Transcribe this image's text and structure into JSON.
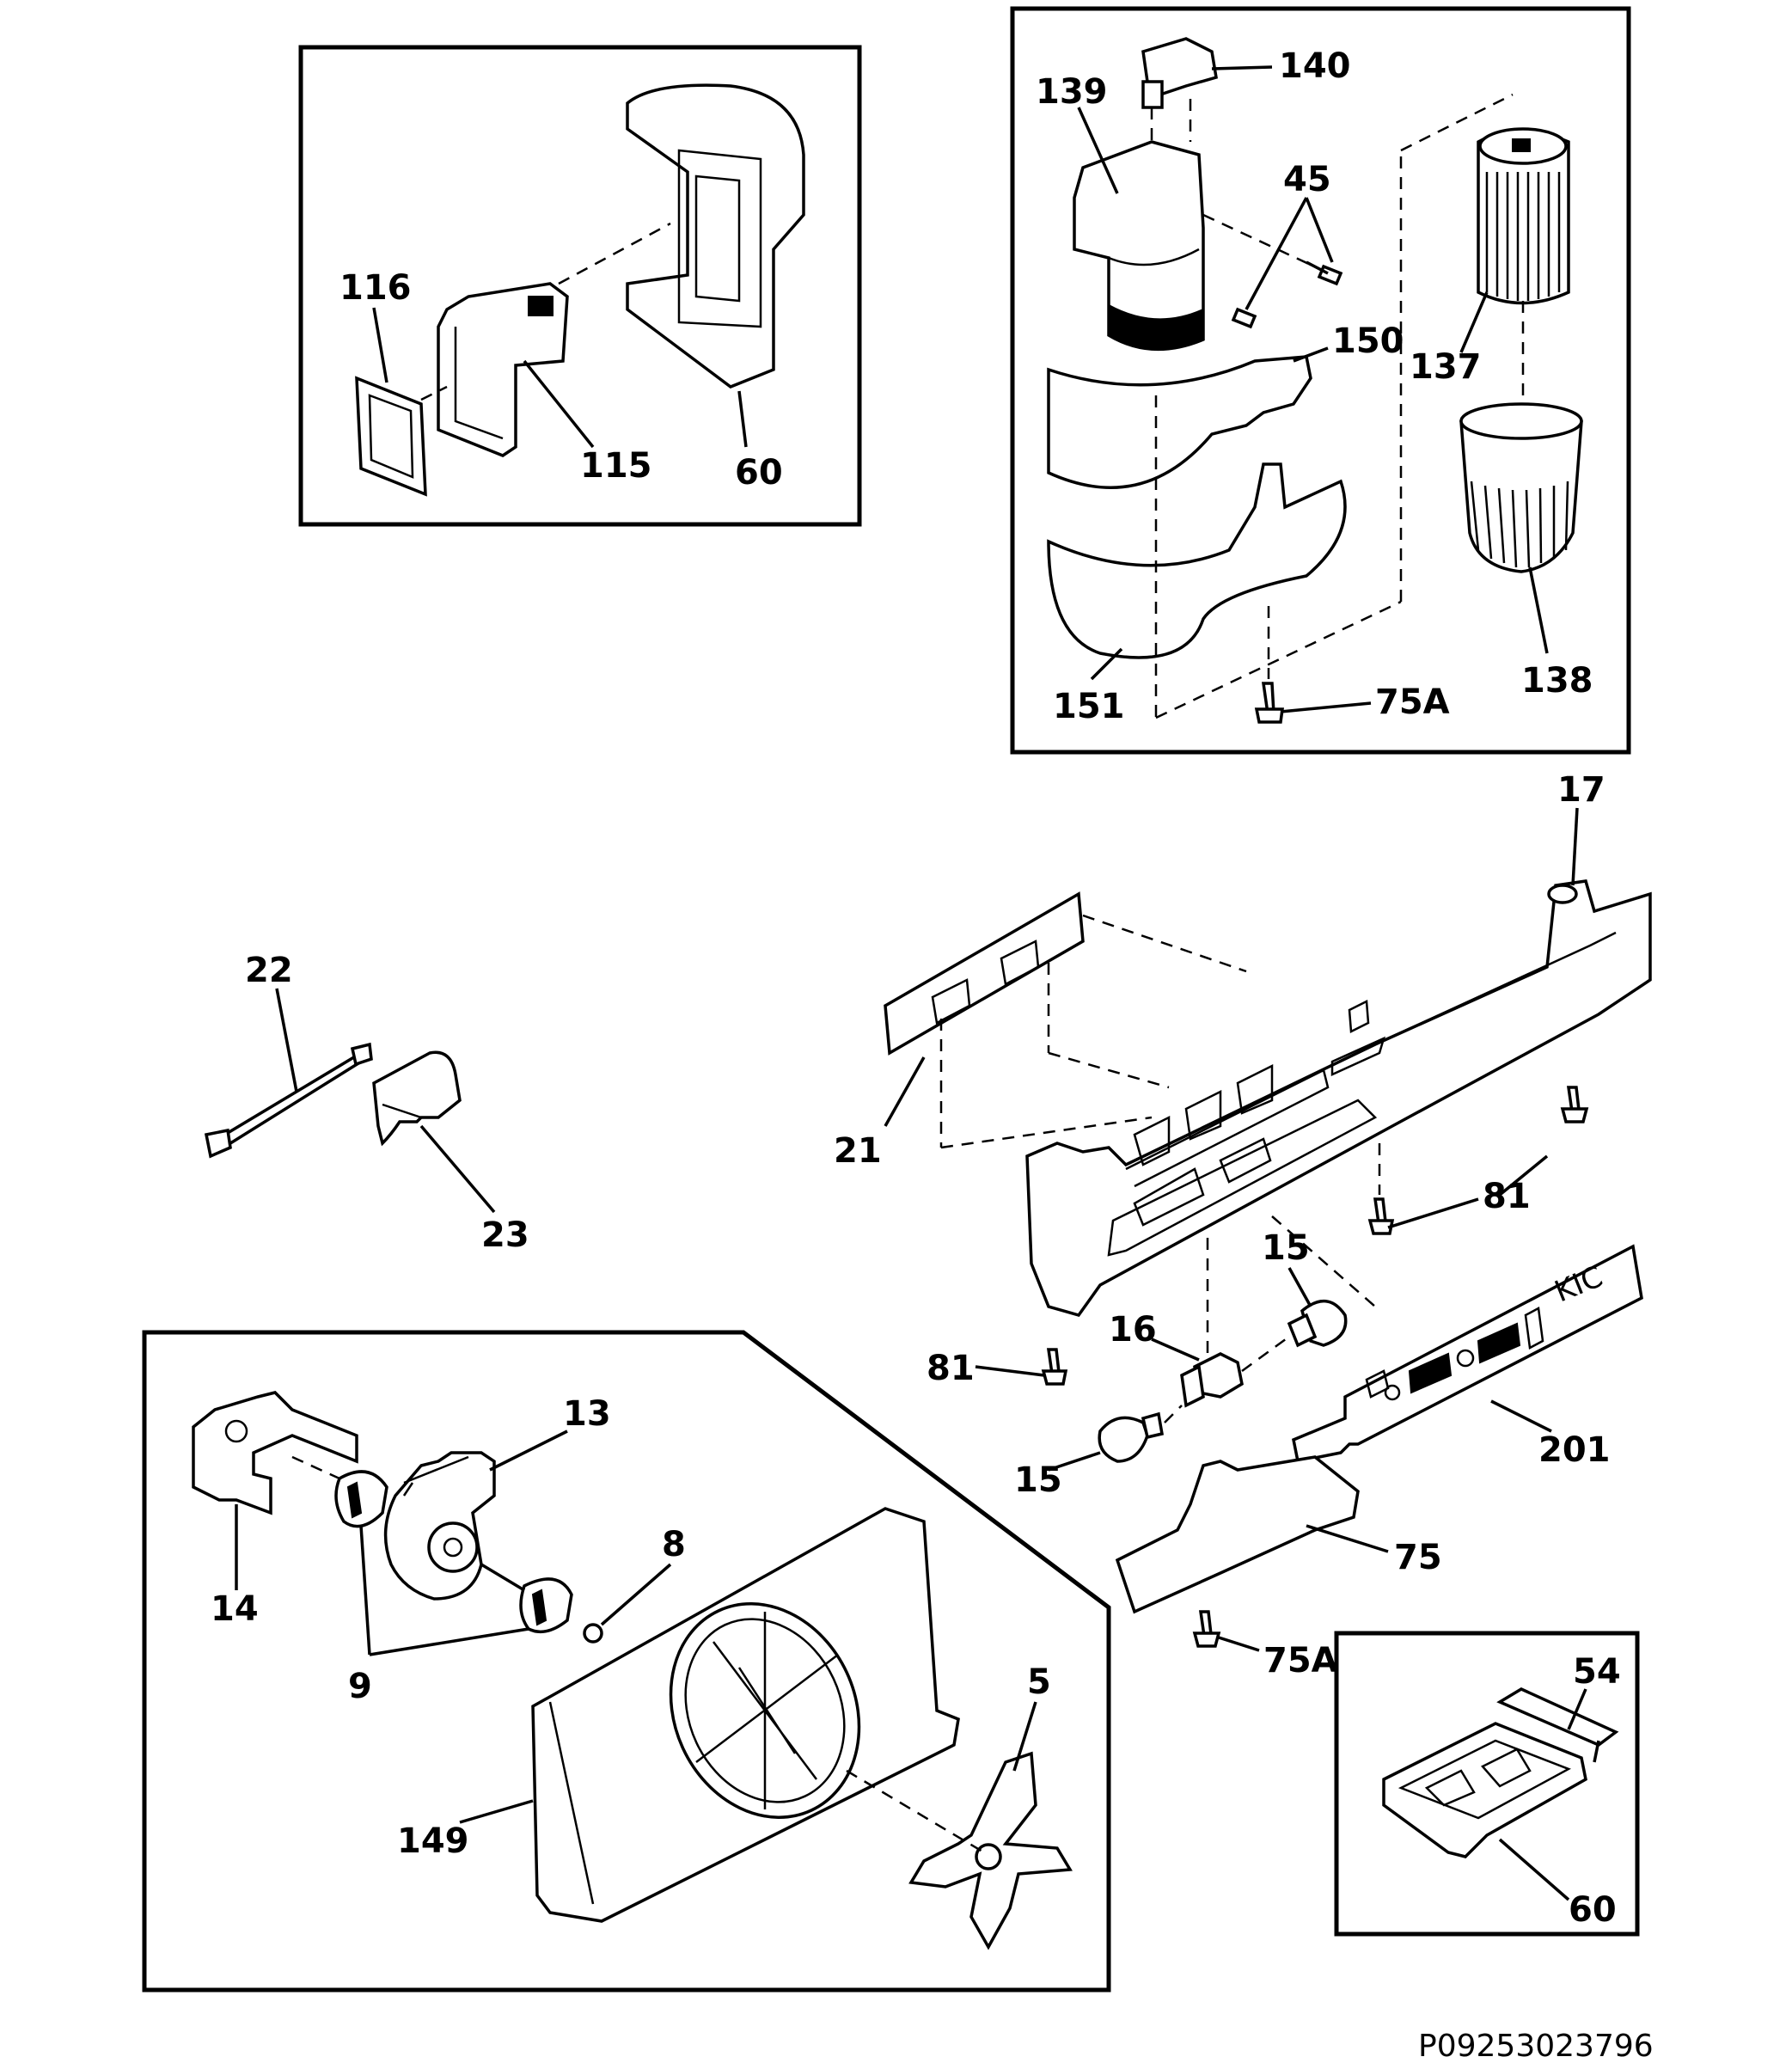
{
  "labels": {
    "l116": "116",
    "l115": "115",
    "l60a": "60",
    "l140": "140",
    "l139": "139",
    "l45": "45",
    "l150": "150",
    "l137": "137",
    "l138": "138",
    "l151": "151",
    "l75a_top": "75A",
    "l17": "17",
    "l21": "21",
    "l81a": "81",
    "l81b": "81",
    "l15a": "15",
    "l16": "16",
    "l15b": "15",
    "l201": "201",
    "l75": "75",
    "l75a_bottom": "75A",
    "l22": "22",
    "l23": "23",
    "l13": "13",
    "l14": "14",
    "l8": "8",
    "l9": "9",
    "l5": "5",
    "l149": "149",
    "l54": "54",
    "l60b": "60"
  },
  "panel_text": "KIC",
  "drawing_code": "P09253023796"
}
